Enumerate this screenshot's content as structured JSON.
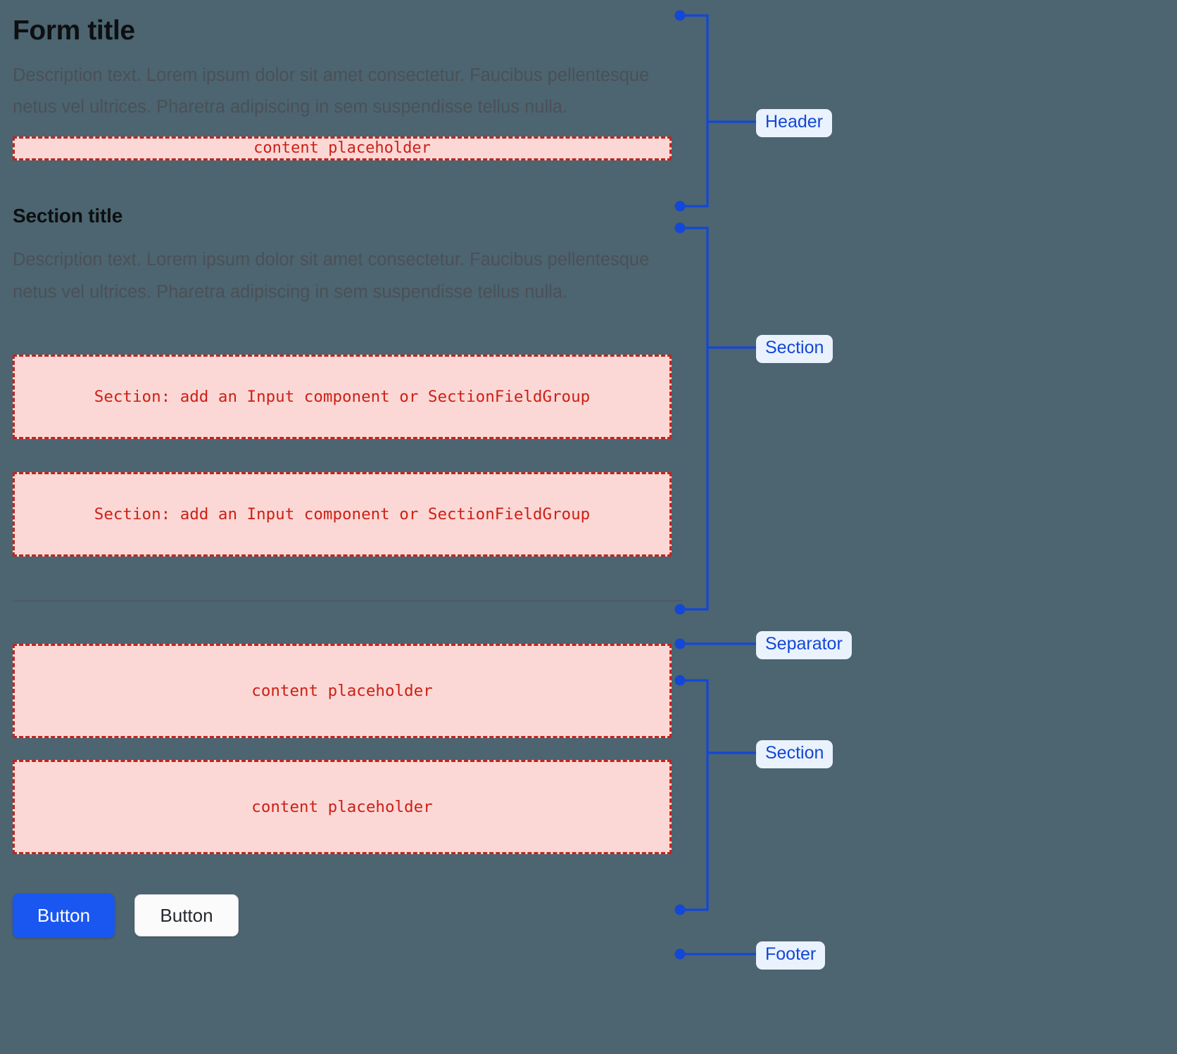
{
  "theme": {
    "background": "#4c6570",
    "title_color": "#0d0f11",
    "description_color": "#4b5057",
    "placeholder_fill": "#fbd8d5",
    "placeholder_border": "#c4231d",
    "placeholder_text": "#cc2017",
    "annotation_color": "#1347d6",
    "annotation_badge_bg": "#eaf2fe",
    "primary_button_bg": "#1a56f0",
    "primary_button_text": "#ffffff",
    "secondary_button_bg": "#fbfbfb",
    "secondary_button_text": "#26292d",
    "separator_color": "#525a63"
  },
  "header": {
    "title": "Form title",
    "description": "Description text. Lorem ipsum dolor sit amet consectetur. Faucibus pellentesque netus vel ultrices. Pharetra adipiscing in sem suspendisse tellus nulla.",
    "placeholder": "content placeholder"
  },
  "section_one": {
    "title": "Section title",
    "description": "Description text. Lorem ipsum dolor sit amet consectetur. Faucibus pellentesque netus vel ultrices. Pharetra adipiscing in sem suspendisse tellus nulla.",
    "placeholders": [
      "Section: add an Input component or SectionFieldGroup",
      "Section: add an Input component or SectionFieldGroup"
    ]
  },
  "section_two": {
    "placeholders": [
      "content placeholder",
      "content placeholder"
    ]
  },
  "footer": {
    "primary_button": "Button",
    "secondary_button": "Button"
  },
  "annotations": [
    {
      "label": "Header"
    },
    {
      "label": "Section"
    },
    {
      "label": "Separator"
    },
    {
      "label": "Section"
    },
    {
      "label": "Footer"
    }
  ]
}
